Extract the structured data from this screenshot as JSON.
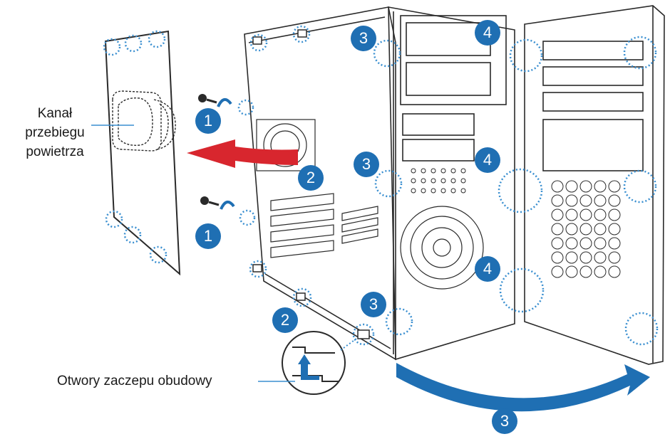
{
  "labels": {
    "air_duct": [
      "Kanał",
      "przebiegu",
      "powietrza"
    ],
    "hook_holes": "Otwory zaczepu obudowy"
  },
  "step_badges": [
    "1",
    "1",
    "2",
    "2",
    "3",
    "3",
    "3",
    "3",
    "4",
    "4",
    "4"
  ],
  "colors": {
    "badge": "#1f6fb3",
    "removal_arrow": "#d8262e",
    "swing_arrow": "#1f6fb3",
    "callout_ring": "#3a8fd0",
    "line_art": "#2a2a2a",
    "leader_line": "#3a8fd0"
  },
  "icons": [
    "screw-icon",
    "rotate-arrow-icon",
    "remove-panel-arrow-icon",
    "swing-arrow-icon",
    "hook-detail-icon"
  ]
}
